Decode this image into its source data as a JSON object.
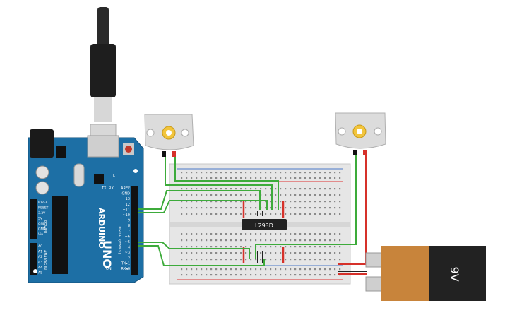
{
  "arduino": {
    "brand": "ARDUINO",
    "model": "UNO",
    "digital_header_label": "DIGITAL (PWM~)",
    "power_label": "POWER",
    "analog_label": "ANALOG IN",
    "on_label": "ON",
    "tx_label": "TX",
    "rx_label": "RX",
    "l_label": "L",
    "digital_pins": [
      "AREF",
      "GND",
      "13",
      "12",
      "~11",
      "~10",
      "~9",
      "8",
      "7",
      "~6",
      "~5",
      "4",
      "~3",
      "2",
      "TX▸1",
      "RX◂0"
    ],
    "power_pins": [
      "IOREF",
      "RESET",
      "3.3V",
      "5V",
      "GND",
      "GND",
      "Vin"
    ],
    "analog_pins": [
      "A0",
      "A1",
      "A2",
      "A3",
      "A4",
      "A5"
    ]
  },
  "chip": {
    "label": "L293D"
  },
  "battery": {
    "label": "9V"
  },
  "colors": {
    "board": "#1d6fa5",
    "wire": "#3dab3b",
    "wire_red": "#d6312a",
    "battery_orange": "#c8843b",
    "battery_black": "#222222"
  }
}
